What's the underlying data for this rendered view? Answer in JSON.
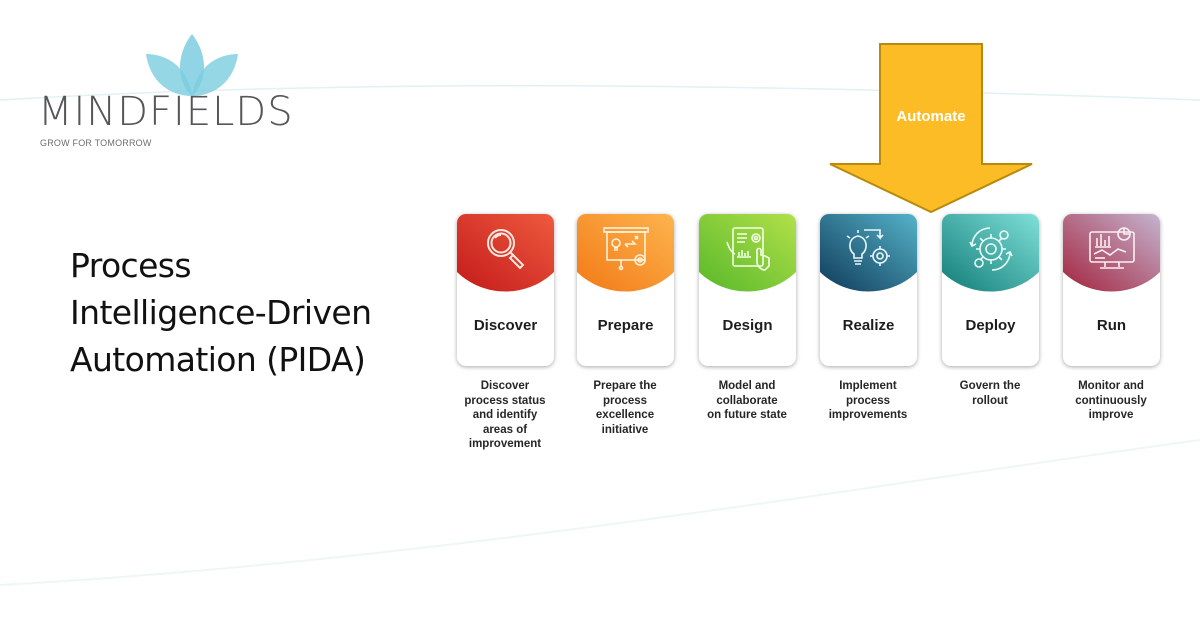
{
  "brand": {
    "name": "MINDFIELDS",
    "tagline": "GROW FOR TOMORROW",
    "icon": "lotus-icon",
    "color": "#545659",
    "lotus_color": "#7ccde0"
  },
  "title": {
    "lines": [
      "Process",
      "Intelligence-Driven",
      "Automation (PIDA)"
    ]
  },
  "arrow": {
    "label": "Automate",
    "color": "#fbbc25",
    "border_color": "#b88a0e",
    "points_to": "Realize / Deploy"
  },
  "stages": [
    {
      "label": "Discover",
      "icon": "magnifier-icon",
      "color_from": "#e8412f",
      "color_to": "#c81d1d",
      "description": [
        "Discover",
        "process status",
        "and identify",
        "areas of",
        "improvement"
      ]
    },
    {
      "label": "Prepare",
      "icon": "presentation-board-icon",
      "color_from": "#fdab46",
      "color_to": "#f47d1a",
      "description": [
        "Prepare the",
        "process",
        "excellence",
        "initiative"
      ]
    },
    {
      "label": "Design",
      "icon": "tablet-design-icon",
      "color_from": "#a6dc43",
      "color_to": "#62be2c",
      "description": [
        "Model and",
        "collaborate",
        "on future state"
      ]
    },
    {
      "label": "Realize",
      "icon": "lightbulb-gear-icon",
      "color_from": "#49a3bc",
      "color_to": "#123f5e",
      "description": [
        "Implement",
        "process",
        "improvements"
      ]
    },
    {
      "label": "Deploy",
      "icon": "gears-cycle-icon",
      "color_from": "#74d8d2",
      "color_to": "#16837f",
      "description": [
        "Govern the",
        "rollout"
      ]
    },
    {
      "label": "Run",
      "icon": "monitor-analytics-icon",
      "color_from": "#b8a8c4",
      "color_to": "#a82a48",
      "description": [
        "Monitor and",
        "continuously",
        "improve"
      ]
    }
  ]
}
